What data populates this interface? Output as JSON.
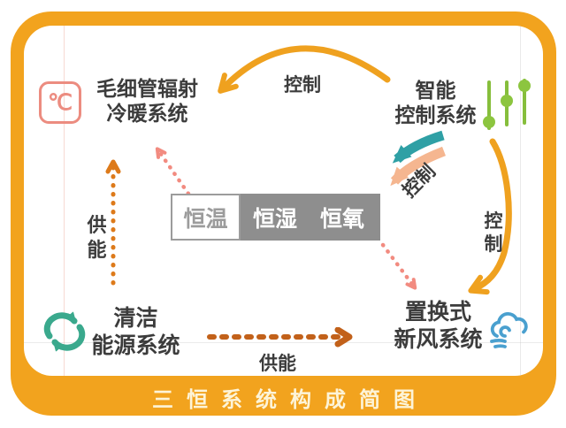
{
  "banner": {
    "title": "三恒系统构成简图"
  },
  "nodes": {
    "capillary": {
      "line1": "毛细管辐射",
      "line2": "冷暖系统",
      "icon": "temperature-icon",
      "icon_glyph": "℃",
      "icon_color": "#EC8C80"
    },
    "smart": {
      "line1": "智能",
      "line2": "控制系统",
      "icon": "sliders-icon",
      "icon_color": "#8CC53F"
    },
    "clean": {
      "line1": "清洁",
      "line2": "能源系统",
      "icon": "recycle-icon",
      "icon_color": "#3AA98D"
    },
    "fresh": {
      "line1": "置换式",
      "line2": "新风系统",
      "icon": "wind-cloud-icon",
      "icon_color": "#4AA0CF"
    }
  },
  "bar": {
    "segments": [
      {
        "label": "恒温",
        "style": "light"
      },
      {
        "label": "恒湿",
        "style": "dark"
      },
      {
        "label": "恒氧",
        "style": "dark"
      }
    ]
  },
  "labels": {
    "control_top": "控制",
    "control_mid": "控制",
    "control_right": "控制",
    "supply_left": "供能",
    "supply_bottom": "供能"
  },
  "colors": {
    "frame_orange": "#F2A31E",
    "banner_text": "#FDF4D8",
    "arc_orange": "#EFA11F",
    "dash_orange": "#DD7A1A",
    "dash_dark_orange": "#C2611A",
    "dash_pink": "#F28B80",
    "arrow_teal": "#2FA0A5",
    "arrow_salmon": "#F5B690",
    "bar_gray": "#8E8E8E",
    "text_dark": "#3C3C3C"
  }
}
